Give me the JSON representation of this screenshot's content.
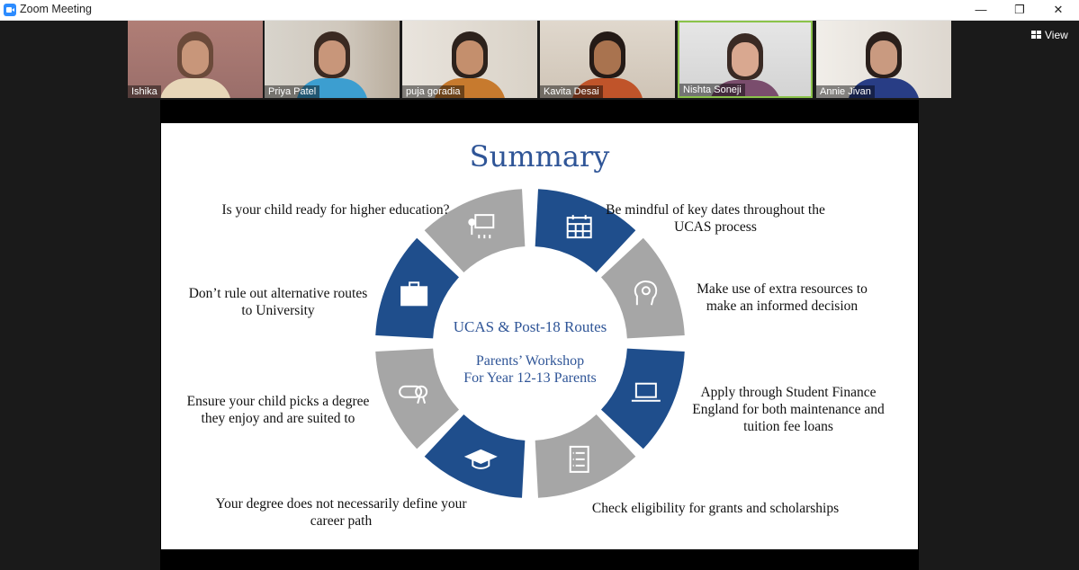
{
  "window": {
    "title": "Zoom Meeting",
    "minimize": "—",
    "restore": "❐",
    "close": "✕"
  },
  "participants": [
    {
      "name": "Ishika",
      "active": false
    },
    {
      "name": "Priya Patel",
      "active": false
    },
    {
      "name": "puja goradia",
      "active": false
    },
    {
      "name": "Kavita Desai",
      "active": false
    },
    {
      "name": "Nishta Soneji",
      "active": true
    },
    {
      "name": "Annie Jivan",
      "active": false
    }
  ],
  "view_button": {
    "label": "View",
    "icon": "grid-icon"
  },
  "slide": {
    "title": "Summary",
    "center_line1": "UCAS & Post-18 Routes",
    "center_line2": "Parents’ Workshop",
    "center_line3": "For Year 12-13 Parents",
    "items": [
      {
        "text": [
          "Is your child ready for higher education?"
        ],
        "icon": "teacher-icon"
      },
      {
        "text": [
          "Be mindful of key dates throughout the",
          "UCAS process"
        ],
        "icon": "calendar-icon"
      },
      {
        "text": [
          "Make use of extra resources to",
          "make an informed decision"
        ],
        "icon": "brain-icon"
      },
      {
        "text": [
          "Apply through Student Finance",
          "England for both maintenance and",
          "tuition fee loans"
        ],
        "icon": "laptop-icon"
      },
      {
        "text": [
          "Check eligibility for grants and scholarships"
        ],
        "icon": "checklist-icon"
      },
      {
        "text": [
          "Your degree does not necessarily define your",
          "career path"
        ],
        "icon": "graduation-cap-icon"
      },
      {
        "text": [
          "Ensure your child picks a degree",
          "they enjoy and are suited to"
        ],
        "icon": "diploma-icon"
      },
      {
        "text": [
          "Don’t rule out alternative routes",
          "to University"
        ],
        "icon": "briefcase-icon"
      }
    ],
    "colors": {
      "blue": "#1F4E8C",
      "grey": "#A6A6A6",
      "title": "#2F5597"
    }
  }
}
